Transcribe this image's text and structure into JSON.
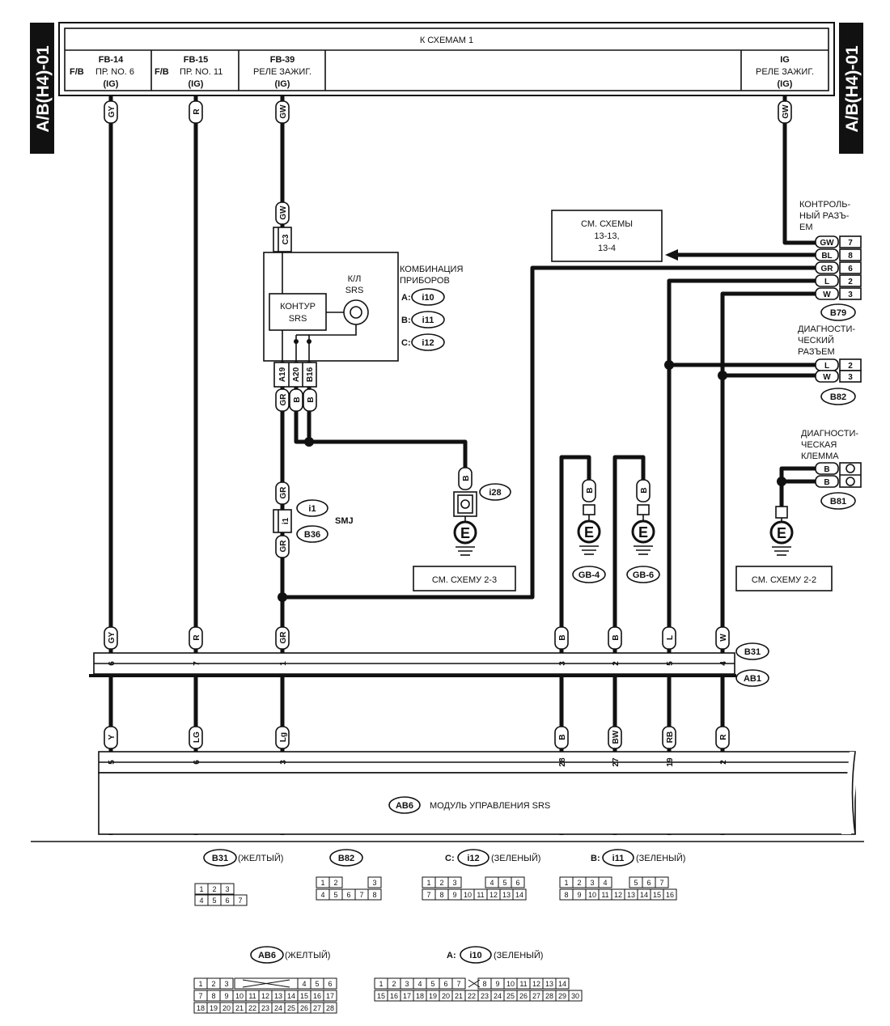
{
  "side_tabs": {
    "left": "A/B(H4)-01",
    "right": "A/B(H4)-01"
  },
  "top_block": {
    "title": "К СХЕМАМ 1",
    "sources": [
      {
        "id": "FB-14",
        "left": "F/B",
        "mid": "ПР. NO. 6",
        "sub": "(IG)",
        "wire": "GY"
      },
      {
        "id": "FB-15",
        "left": "F/B",
        "mid": "ПР. NO. 11",
        "sub": "(IG)",
        "wire": "R"
      },
      {
        "id": "FB-39",
        "left": "",
        "mid": "РЕЛЕ ЗАЖИГ.",
        "sub": "(IG)",
        "wire": "GW"
      },
      {
        "id": "IG",
        "left": "",
        "mid": "РЕЛЕ ЗАЖИГ.",
        "sub": "(IG)",
        "wire": "GW"
      }
    ]
  },
  "see_schemes": {
    "line1": "СМ. СХЕМЫ",
    "line2": "13-13,",
    "line3": "13-4"
  },
  "control_connector": {
    "l1": "КОНТРОЛЬ-",
    "l2": "НЫЙ РАЗЪ-",
    "l3": "ЕМ",
    "pins": [
      {
        "w": "GW",
        "n": "7"
      },
      {
        "w": "BL",
        "n": "8"
      },
      {
        "w": "GR",
        "n": "6"
      },
      {
        "w": "L",
        "n": "2"
      },
      {
        "w": "W",
        "n": "3"
      }
    ],
    "ref": "B79"
  },
  "diag_connector": {
    "l1": "ДИАГНОСТИ-",
    "l2": "ЧЕСКИЙ",
    "l3": "РАЗЪЕМ",
    "pins": [
      {
        "w": "L",
        "n": "2"
      },
      {
        "w": "W",
        "n": "3"
      }
    ],
    "ref": "B82"
  },
  "diag_terminal": {
    "l1": "ДИАГНОСТИ-",
    "l2": "ЧЕСКАЯ",
    "l3": "КЛЕММА",
    "pins": [
      "B",
      "B"
    ],
    "ref": "B81"
  },
  "combination": {
    "title1": "КОМБИНАЦИЯ",
    "title2": "ПРИБОРОВ",
    "lamp1": "К/Л",
    "lamp2": "SRS",
    "circuit1": "КОНТУР",
    "circuit2": "SRS",
    "connectors": [
      {
        "letter": "A:",
        "ref": "i10"
      },
      {
        "letter": "B:",
        "ref": "i11"
      },
      {
        "letter": "C:",
        "ref": "i12"
      }
    ],
    "top_pin": "C3",
    "top_wire": "GW",
    "pins": [
      "A19",
      "A20",
      "B16"
    ],
    "pin_wires": [
      "GR",
      "B",
      "B"
    ]
  },
  "smj": {
    "wire_top": "GR",
    "pin": "i1",
    "wire_bottom": "GR",
    "ref1": "i1",
    "label": "SMJ",
    "ref2": "B36"
  },
  "grounds": [
    {
      "symbol": "E",
      "wire": "B",
      "ref": "i28"
    },
    {
      "symbol": "E",
      "wire": "B",
      "ref": "GB-4"
    },
    {
      "symbol": "E",
      "wire": "B",
      "ref": "GB-6"
    },
    {
      "symbol": "E",
      "ref": "B81"
    }
  ],
  "see_2_3": "СМ. СХЕМУ 2-3",
  "see_2_2": "СМ. СХЕМУ 2-2",
  "b31_row": {
    "wires": [
      "GY",
      "R",
      "GR",
      "B",
      "B",
      "L",
      "W"
    ],
    "pins": [
      "6",
      "7",
      "1",
      "3",
      "2",
      "5",
      "4"
    ],
    "ref_top": "B31",
    "ref_bottom": "AB1"
  },
  "ab6_row": {
    "wires": [
      "Y",
      "LG",
      "Lg",
      "B",
      "BW",
      "RB",
      "R"
    ],
    "pins": [
      "5",
      "6",
      "3",
      "28",
      "27",
      "19",
      "2"
    ]
  },
  "module": {
    "ref": "AB6",
    "label": "МОДУЛЬ УПРАВЛЕНИЯ SRS"
  },
  "legend": {
    "b31": {
      "ref": "B31",
      "color": "(ЖЕЛТЫЙ)",
      "row1": [
        "1",
        "2",
        "3"
      ],
      "row2": [
        "4",
        "5",
        "6",
        "7"
      ]
    },
    "b82": {
      "ref": "B82",
      "row1": [
        "1",
        "2",
        "3"
      ],
      "row2": [
        "4",
        "5",
        "6",
        "7",
        "8"
      ]
    },
    "i12": {
      "letter": "C:",
      "ref": "i12",
      "color": "(ЗЕЛЕНЫЙ)",
      "row1": [
        "1",
        "2",
        "3",
        "4",
        "5",
        "6"
      ],
      "row2": [
        "7",
        "8",
        "9",
        "10",
        "11",
        "12",
        "13",
        "14"
      ]
    },
    "i11": {
      "letter": "B:",
      "ref": "i11",
      "color": "(ЗЕЛЕНЫЙ)",
      "row1": [
        "1",
        "2",
        "3",
        "4",
        "5",
        "6",
        "7"
      ],
      "row2": [
        "8",
        "9",
        "10",
        "11",
        "12",
        "13",
        "14",
        "15",
        "16"
      ]
    },
    "ab6": {
      "ref": "AB6",
      "color": "(ЖЕЛТЫЙ)",
      "row1": [
        "1",
        "2",
        "3",
        "4",
        "5",
        "6"
      ],
      "row2": [
        "7",
        "8",
        "9",
        "10",
        "11",
        "12",
        "13",
        "14",
        "15",
        "16",
        "17"
      ],
      "row3": [
        "18",
        "19",
        "20",
        "21",
        "22",
        "23",
        "24",
        "25",
        "26",
        "27",
        "28"
      ]
    },
    "i10": {
      "letter": "A:",
      "ref": "i10",
      "color": "(ЗЕЛЕНЫЙ)",
      "row1": [
        "1",
        "2",
        "3",
        "4",
        "5",
        "6",
        "7",
        "8",
        "9",
        "10",
        "11",
        "12",
        "13",
        "14"
      ],
      "row2": [
        "15",
        "16",
        "17",
        "18",
        "19",
        "20",
        "21",
        "22",
        "23",
        "24",
        "25",
        "26",
        "27",
        "28",
        "29",
        "30"
      ]
    }
  }
}
